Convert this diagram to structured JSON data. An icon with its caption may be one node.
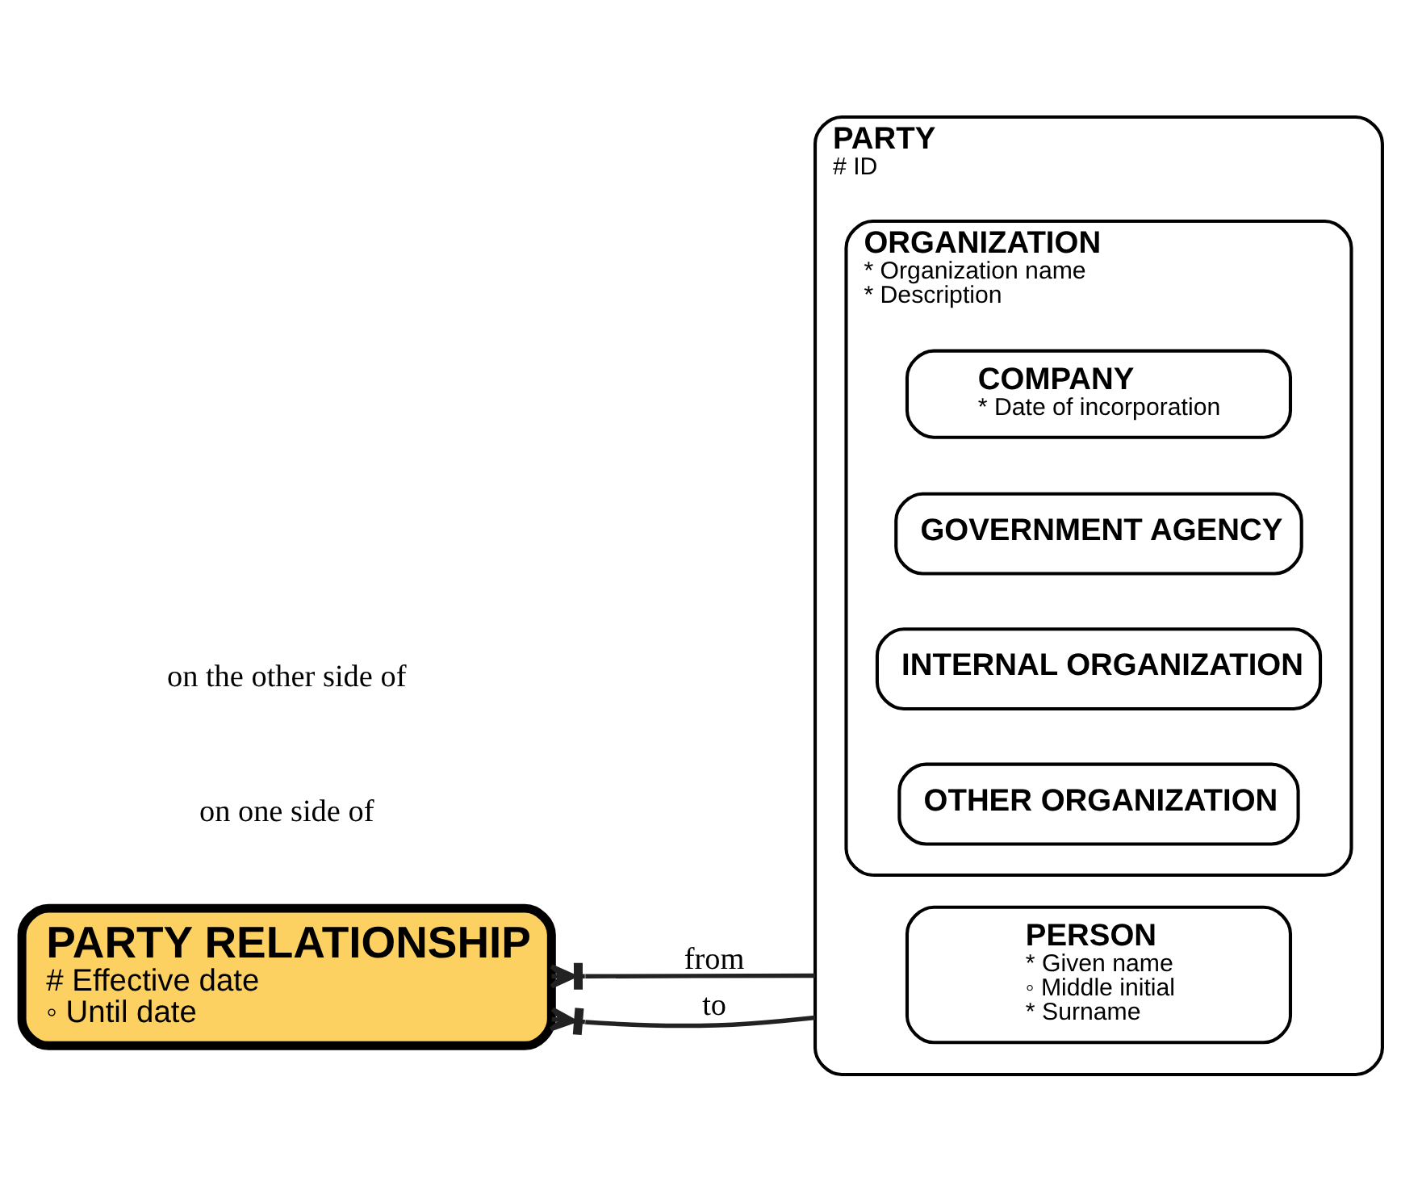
{
  "diagram": {
    "nodes": [
      {
        "text": [
          "PARTY RELATIONSHIP",
          "# Effective date",
          "◦ Until date"
        ]
      },
      {
        "text": [
          "PARTY",
          "# ID"
        ]
      },
      {
        "text": [
          "PERSON",
          "* Given name",
          "◦ Middle initial",
          "* Surname"
        ],
        "in": 1
      },
      {
        "text": [
          "ORGANIZATION",
          "* Organization name",
          "* Description"
        ],
        "in": 1
      },
      {
        "text": [
          "COMPANY",
          "* Date of incorporation"
        ],
        "in": 3
      },
      {
        "text": [
          "GOVERNMENT AGENCY"
        ],
        "in": 3
      },
      {
        "text": [
          "INTERNAL ORGANIZATION"
        ],
        "in": 3
      },
      {
        "text": [
          "OTHER ORGANIZATION"
        ],
        "in": 3
      }
    ],
    "edges": [
      {
        "from": 0,
        "to": 1,
        "arrow": "other",
        "label": "from"
      },
      {
        "from": 0,
        "to": 1,
        "arrow": "other",
        "label": "to"
      }
    ],
    "labels": [
      "on one side of",
      "on the other side of"
    ]
  }
}
